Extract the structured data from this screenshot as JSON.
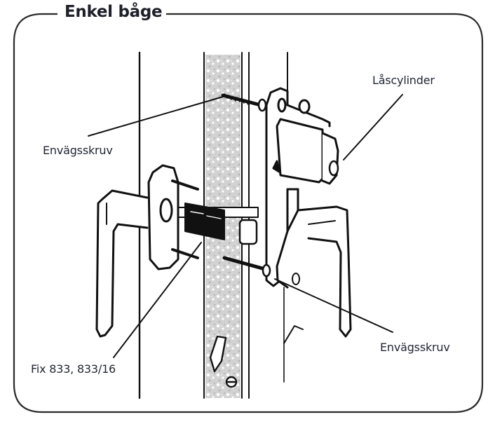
{
  "title": "Enkel båge",
  "labels": {
    "lock_cylinder": "Låscylinder",
    "one_way_screw_top": "Envägsskruv",
    "one_way_screw_bottom": "Envägsskruv",
    "fix_model": "Fix 833, 833/16"
  },
  "colors": {
    "ink": "#111111",
    "frame": "#2a2a2a",
    "text": "#1f2533",
    "door_fill": "#c4c4c4"
  }
}
